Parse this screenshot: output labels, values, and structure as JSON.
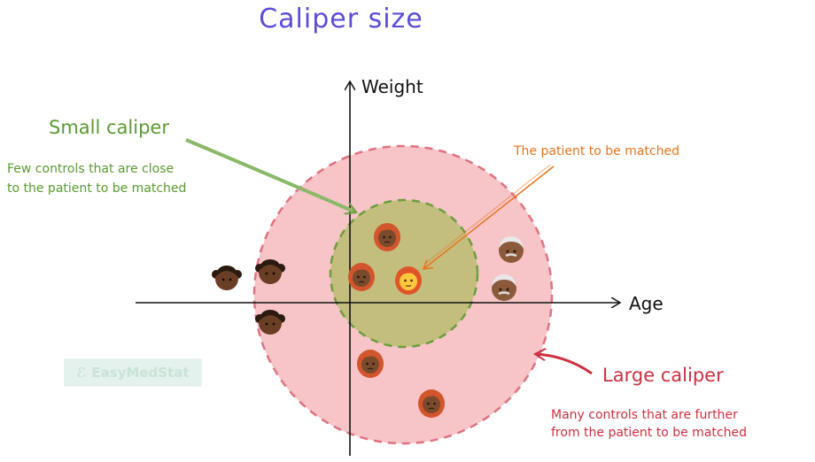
{
  "title": "Caliper size",
  "axes": {
    "x_label": "Age",
    "y_label": "Weight"
  },
  "small_caliper": {
    "label": "Small caliper",
    "description_lines": [
      "Few controls that are close",
      "to the patient to be matched"
    ]
  },
  "large_caliper": {
    "label": "Large caliper",
    "description_lines": [
      "Many controls that are further",
      "from the patient to be matched"
    ]
  },
  "patient_label": "The patient to be matched",
  "watermark": {
    "text": "EasyMedStat",
    "logo_glyph": "ℰ"
  },
  "colors": {
    "title": "#5b4cd9",
    "small_caliper": "#5a9a30",
    "large_caliper": "#cc3040",
    "patient_label": "#e8741c",
    "large_fill": "#f7c4c8",
    "small_fill": "#c3be7e"
  },
  "icons": {
    "patient": "woman-red-hair-light-skin",
    "control_red_hair": "woman-red-hair-dark-skin",
    "control_girl": "girl-dark-skin",
    "control_old_man": "old-man-dark-skin"
  }
}
